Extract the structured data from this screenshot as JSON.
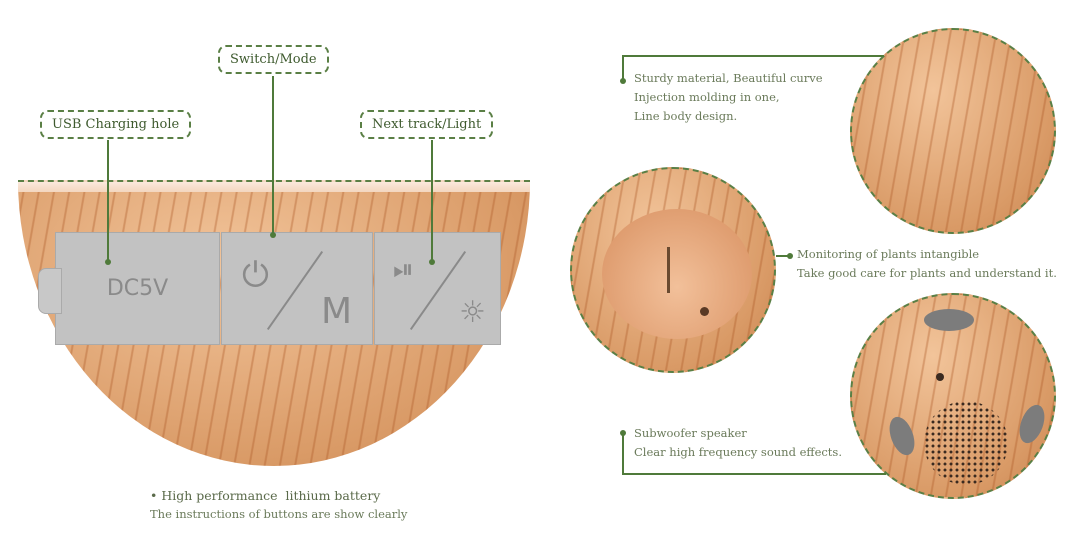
{
  "left_panel": {
    "labels": {
      "usb": "USB Charging hole",
      "switch": "Switch/Mode",
      "next": "Next track/Light"
    },
    "buttons": {
      "dc": "DC5V",
      "mode": "M"
    },
    "caption_title": "High performance  lithium battery",
    "caption_sub": "The instructions of buttons are show clearly"
  },
  "right_panel": {
    "material": [
      "Sturdy material, Beautiful curve",
      "Injection molding in one,",
      "Line body design."
    ],
    "monitoring": [
      "Monitoring of plants intangible",
      "Take good care for plants and understand it."
    ],
    "speaker": [
      "Subwoofer speaker",
      "Clear high frequency sound effects."
    ]
  },
  "colors": {
    "accent": "#4f7a3a",
    "wood": "#d99a66",
    "button": "#c2c2c2"
  }
}
